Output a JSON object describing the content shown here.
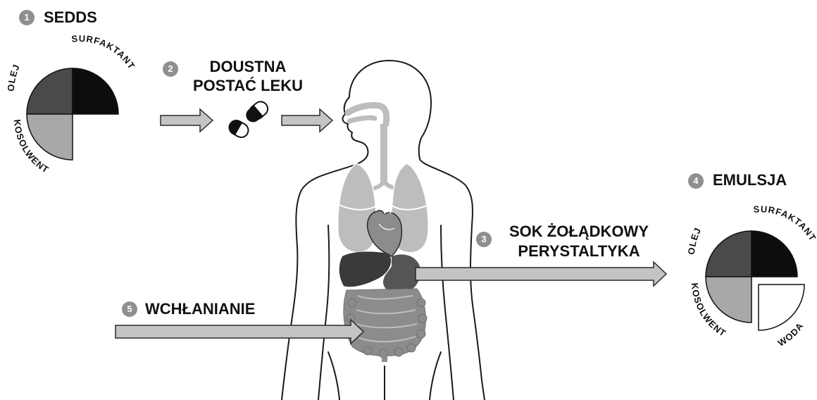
{
  "steps": {
    "s1": {
      "num": "1",
      "label": "SEDDS"
    },
    "s2": {
      "num": "2",
      "line1": "DOUSTNA",
      "line2": "POSTAĆ LEKU"
    },
    "s3": {
      "num": "3",
      "line1": "SOK ŻOŁĄDKOWY",
      "line2": "PERYSTALTYKA"
    },
    "s4": {
      "num": "4",
      "label": "EMULSJA"
    },
    "s5": {
      "num": "5",
      "label": "WCHŁANIANIE"
    }
  },
  "pie1": {
    "olej": "OLEJ",
    "surfaktant": "SURFAKTANT",
    "kosolwent": "KOSOLWENT"
  },
  "pie2": {
    "olej": "OLEJ",
    "surfaktant": "SURFAKTANT",
    "kosolwent": "KOSOLWENT",
    "woda": "WODA"
  },
  "colors": {
    "olej": "#4a4a4a",
    "surfaktant": "#0d0d0d",
    "kosolwent": "#a8a8a8",
    "woda": "#ffffff",
    "arrow_fill": "#c4c4c4",
    "badge": "#8f8f8f",
    "organ_light": "#bdbdbd",
    "organ_mid": "#8c8c8c",
    "organ_dark": "#3a3a3a"
  }
}
